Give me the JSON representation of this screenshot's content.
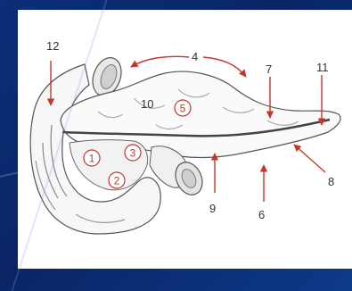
{
  "labels": {
    "l1": "1",
    "l2": "2",
    "l3": "3",
    "l4": "4",
    "l5": "5",
    "l6": "6",
    "l7": "7",
    "l8": "8",
    "l9": "9",
    "l10": "10",
    "l11": "11",
    "l12": "12"
  },
  "colors": {
    "background": "#0a2a6e",
    "panel": "#ffffff",
    "pointer": "#c0392b",
    "outline": "#555555"
  }
}
